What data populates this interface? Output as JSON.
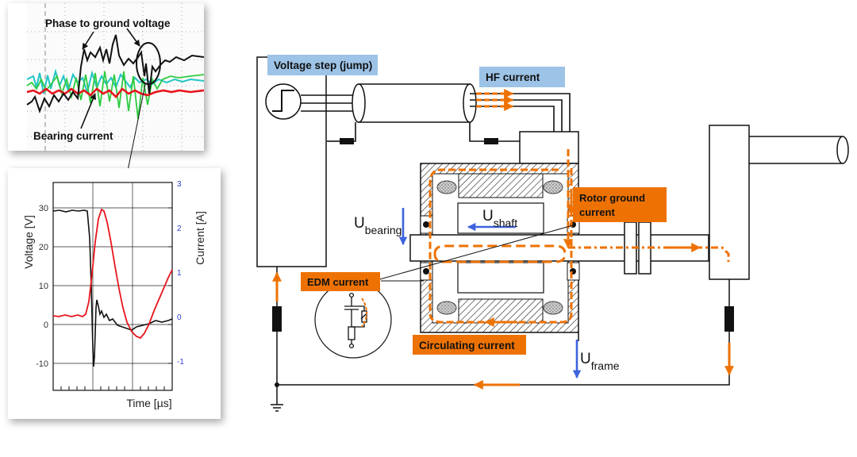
{
  "scope_top": {
    "title": "Phase to ground voltage",
    "bearing_label": "Bearing current"
  },
  "scope_bottom": {
    "ylabel_left": "Voltage [V]",
    "ylabel_right": "Current [A]",
    "xlabel": "Time [µs]",
    "left_ticks": [
      "30",
      "20",
      "10",
      "0",
      "-10"
    ],
    "right_ticks": [
      "3",
      "2",
      "1",
      "0",
      "-1"
    ]
  },
  "diagram": {
    "voltage_step": "Voltage step (jump)",
    "hf_current": "HF current",
    "rotor_ground": [
      "Rotor ground",
      "current"
    ],
    "edm_current": "EDM current",
    "circulating_current": "Circulating current",
    "u_bearing": {
      "base": "U",
      "sub": "bearing"
    },
    "u_shaft": {
      "base": "U",
      "sub": "shaft"
    },
    "u_frame": {
      "base": "U",
      "sub": "frame"
    }
  },
  "colors": {
    "orange": "#EE7203",
    "blue_label": "#9DC3E6",
    "blue_arrow": "#3D63DD",
    "trace_red": "#E8141C",
    "trace_black": "#111111",
    "trace_green": "#2ECC40",
    "trace_cyan": "#22C4C4",
    "tick_blue": "#3040C8"
  }
}
